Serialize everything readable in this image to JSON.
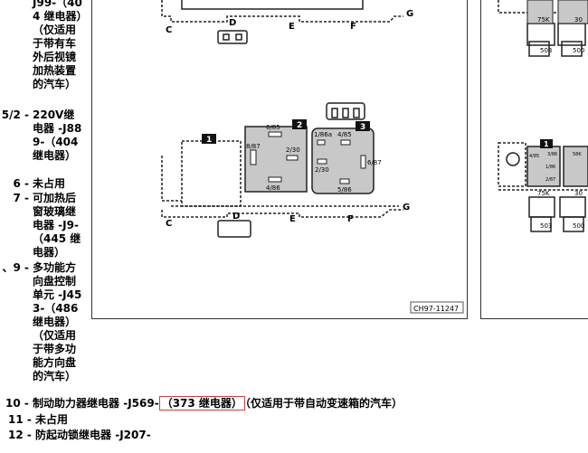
{
  "left_column": {
    "item_cont": "J99-（404 继电器）（仅适用于带有车外后视镜加热装置的汽车）",
    "items": [
      {
        "num": "5/2 -",
        "text": "220V继电器 -J889-（404 继电器）"
      },
      {
        "num": "6 -",
        "text": "未占用"
      },
      {
        "num": "7 -",
        "text": "可加热后窗玻璃继电器 -J9-（445 继电器）"
      },
      {
        "num": "、9 -",
        "text": "多功能方向盘控制单元 -J453-（486 继电器）（仅适用于带多功能方向盘的汽车）"
      }
    ]
  },
  "bottom_list": [
    {
      "num": "10 -",
      "text_before": "制动助力器继电器 -J569-",
      "boxed": "（373 继电器）",
      "text_after": "（仅适用于带自动变速箱的汽车）"
    },
    {
      "num": "11 -",
      "text_before": "未占用",
      "boxed": "",
      "text_after": ""
    },
    {
      "num": "12 -",
      "text_before": "防起动锁继电器 -J207-",
      "boxed": "",
      "text_after": ""
    }
  ],
  "diagram": {
    "figure_id": "CH97-11247",
    "labels_top": [
      "C",
      "D",
      "E",
      "F",
      "G"
    ],
    "relay1": "1",
    "relay2": {
      "num": "2",
      "pins": [
        "6/85",
        "8/87",
        "2/30",
        "4/86"
      ]
    },
    "relay3": {
      "num": "3",
      "pins": [
        "1/86a",
        "4/85",
        "2/30",
        "6/87",
        "5/86"
      ]
    },
    "labels_bottom": [
      "C",
      "D",
      "E",
      "F",
      "G"
    ]
  },
  "right_diagram": {
    "top_labels": [
      "75K",
      "30"
    ],
    "top_codes": [
      "503",
      "500"
    ],
    "relay1": "1",
    "relay_pins": [
      "4/85",
      "3/86",
      "1/86",
      "2/87",
      "58K"
    ],
    "bottom_labels": [
      "75K",
      "30"
    ],
    "bottom_codes": [
      "503",
      "500"
    ]
  }
}
